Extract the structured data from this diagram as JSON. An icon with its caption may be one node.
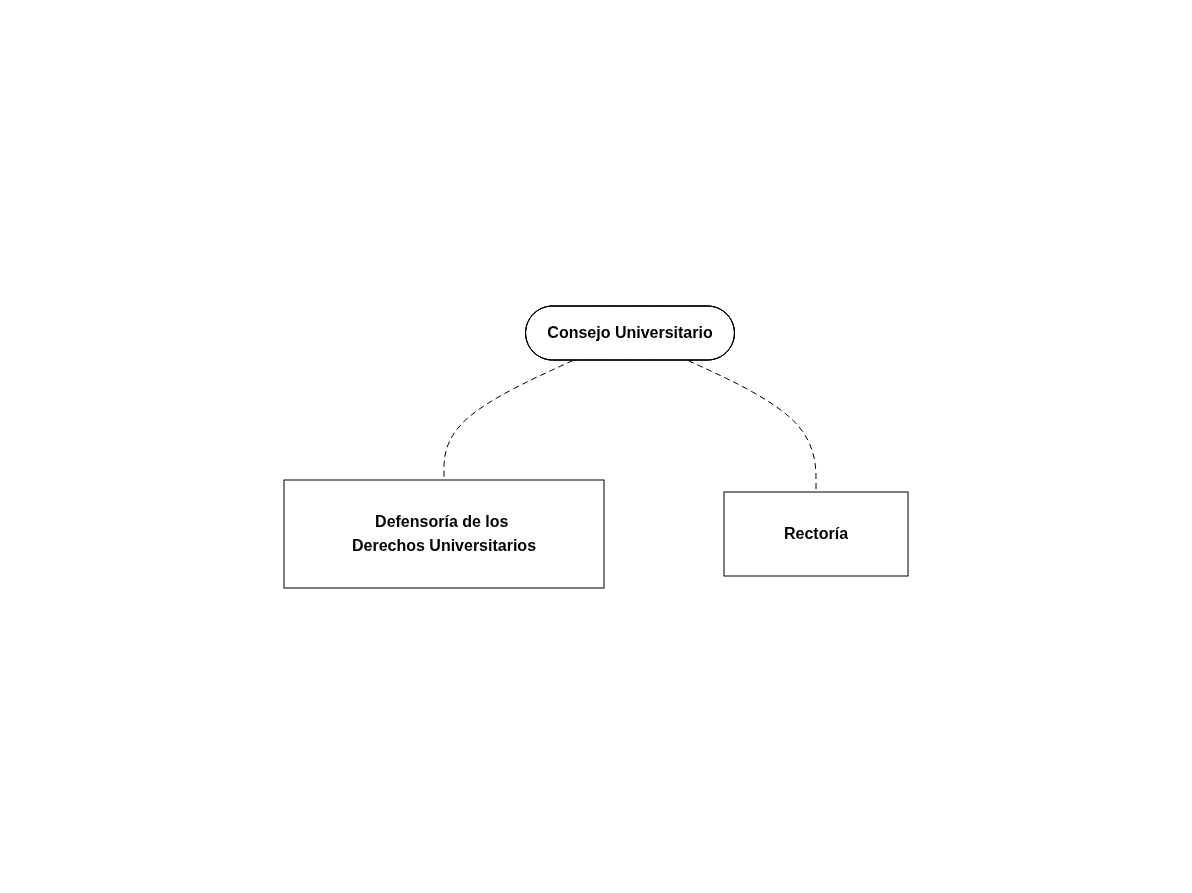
{
  "diagram": {
    "nodes": [
      {
        "text": [
          "Consejo Universitario"
        ]
      },
      {
        "text": [
          "Defensoría de los Derechos Universitarios"
        ]
      },
      {
        "text": [
          "Rectoría"
        ]
      }
    ],
    "edges": [
      {
        "from": 0,
        "to": 1,
        "arrow": "none",
        "style": "dashed"
      },
      {
        "from": 0,
        "to": 2,
        "arrow": "none",
        "style": "dashed"
      }
    ]
  }
}
